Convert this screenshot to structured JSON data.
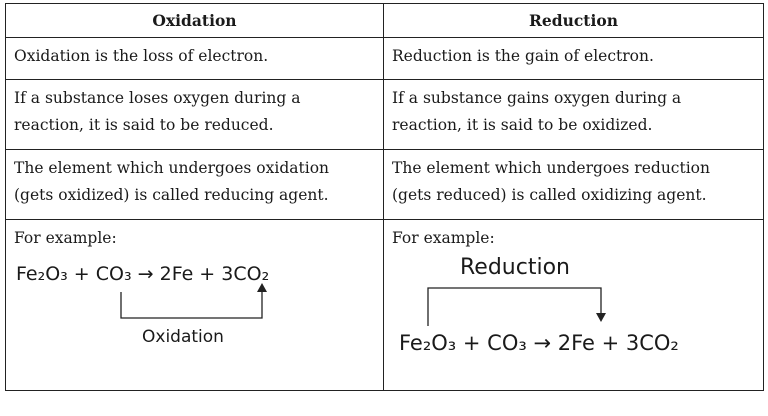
{
  "headers": {
    "oxidation": "Oxidation",
    "reduction": "Reduction"
  },
  "rows": [
    {
      "left": "Oxidation is the loss of electron.",
      "right": "Reduction is the gain of electron."
    },
    {
      "left_1": "If a substance loses oxygen during a",
      "left_2": "reaction, it is said to be reduced.",
      "right_1": "If a substance gains oxygen during a",
      "right_2": "reaction, it is said to be oxidized."
    },
    {
      "left_1": "The element which undergoes oxidation",
      "left_2": "(gets oxidized) is called reducing agent.",
      "right_1": "The element which undergoes reduction",
      "right_2": "(gets reduced) is called oxidizing agent."
    }
  ],
  "example": {
    "left_intro": "For example:",
    "right_intro": "For example:",
    "left_equation": "Fe₂O₃ + CO₃ → 2Fe + 3CO₂",
    "right_equation": "Fe₂O₃ + CO₃ → 2Fe + 3CO₂",
    "left_label": "Oxidation",
    "right_label": "Reduction"
  }
}
